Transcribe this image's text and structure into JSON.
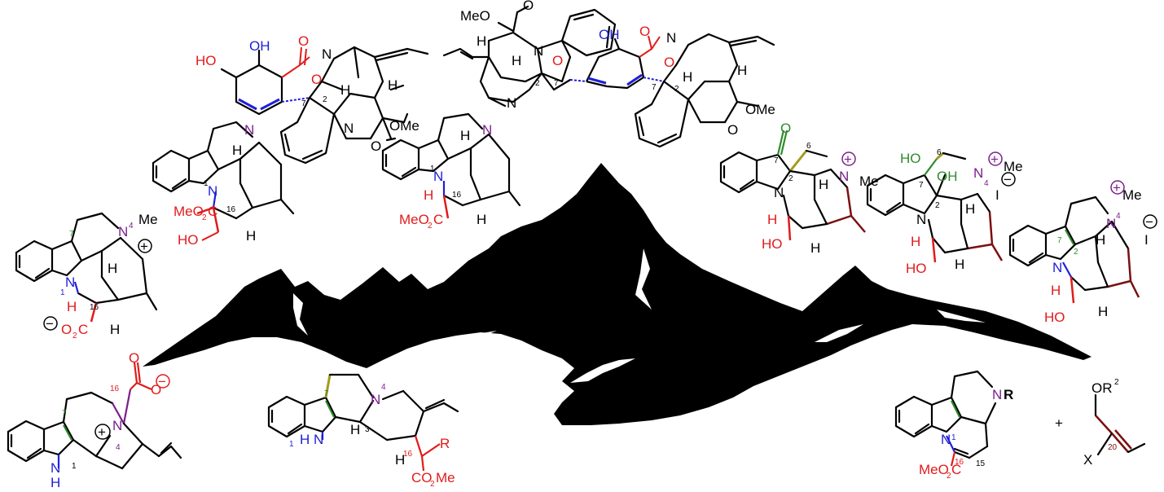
{
  "colors": {
    "black": "#000000",
    "red": "#e11b1b",
    "blue": "#1f1fd6",
    "purple": "#7a1f8a",
    "green": "#2e8b2e",
    "olive": "#a39a1c",
    "maroon": "#7a1010",
    "mountain": "#000000"
  },
  "labels": {
    "m1": {
      "OH": "OH",
      "HO": "HO",
      "O_carbonyl": "O",
      "O_ring": "O",
      "N1": "N",
      "N2": "N",
      "H1": "H",
      "H2": "H",
      "n7": "7",
      "n2": "2",
      "ome": "OMe",
      "O_ester": "O"
    },
    "m2": {
      "meo": "MeO",
      "O_top": "O",
      "OH": "OH",
      "O_carbonyl": "O",
      "H1": "H",
      "H2": "H",
      "H3": "H",
      "N1": "N",
      "N2": "N",
      "N3": "N",
      "O_r1": "O",
      "O_r2": "O",
      "n2a": "2",
      "n7a": "7",
      "n7b": "7",
      "n2b": "2",
      "H4": "H",
      "ome": "OMe",
      "O_ester": "O"
    },
    "m3": {
      "N_top": "N",
      "N1": "N",
      "n1": "1",
      "H": "H",
      "n16": "16",
      "meo2c_a": "MeO",
      "meo2c_b": "2",
      "meo2c_c": "C",
      "ho": "HO",
      "H2": "H"
    },
    "m4": {
      "N_top": "N",
      "N1": "N",
      "n1": "1",
      "H": "H",
      "n16": "16",
      "H16": "H",
      "meo2c_a": "MeO",
      "meo2c_b": "2",
      "meo2c_c": "C",
      "H2": "H"
    },
    "m5": {
      "n7": "7",
      "N4": "N",
      "n4": "4",
      "me": "Me",
      "plus": "+",
      "N1": "N",
      "n1": "1",
      "H16": "H",
      "n16": "16",
      "minus": "−",
      "o2c_a": "O",
      "o2c_b": "2",
      "o2c_c": "C",
      "H": "H",
      "H2": "H"
    },
    "m6": {
      "O": "O",
      "n7": "7",
      "n6": "6",
      "n2": "2",
      "N_plus": "N",
      "plus": "+",
      "me": "Me",
      "N1": "N",
      "H": "H",
      "H16": "H",
      "ho": "HO",
      "H2": "H"
    },
    "m7": {
      "ho": "HO",
      "n6": "6",
      "oh": "OH",
      "n7": "7",
      "n2": "2",
      "N4": "N",
      "n4": "4",
      "plus": "+",
      "me": "Me",
      "I": "I",
      "minus": "−",
      "N1": "N",
      "H": "H",
      "H16": "H",
      "ho2": "HO",
      "H2": "H"
    },
    "m8": {
      "me": "Me",
      "plus": "+",
      "N4": "N",
      "n4": "4",
      "I": "I",
      "minus": "−",
      "n7": "7",
      "n2": "2",
      "N1": "N",
      "H": "H",
      "H16": "H",
      "ho": "HO",
      "H2": "H"
    },
    "m9": {
      "O1": "O",
      "O2": "O",
      "minus": "−",
      "n16": "16",
      "n7": "7",
      "plus": "+",
      "N4": "N",
      "n4": "4",
      "N1": "N",
      "H_nh": "H",
      "n1": "1"
    },
    "m10": {
      "n7": "7",
      "N4": "N",
      "n4": "4",
      "N1": "N",
      "H_nh": "H",
      "n1": "1",
      "H3": "H",
      "n3": "3",
      "H": "H",
      "R": "R",
      "n16": "16",
      "co2me_a": "CO",
      "co2me_b": "2",
      "co2me_c": "Me"
    },
    "m11": {
      "N": "N",
      "R": "R",
      "N1": "N",
      "n1": "1",
      "meo2c_a": "MeO",
      "meo2c_b": "2",
      "meo2c_c": "C",
      "n16": "16",
      "n15": "15",
      "plus_sign": "+",
      "or2_a": "OR",
      "or2_b": "2",
      "X": "X",
      "n20": "20"
    }
  }
}
